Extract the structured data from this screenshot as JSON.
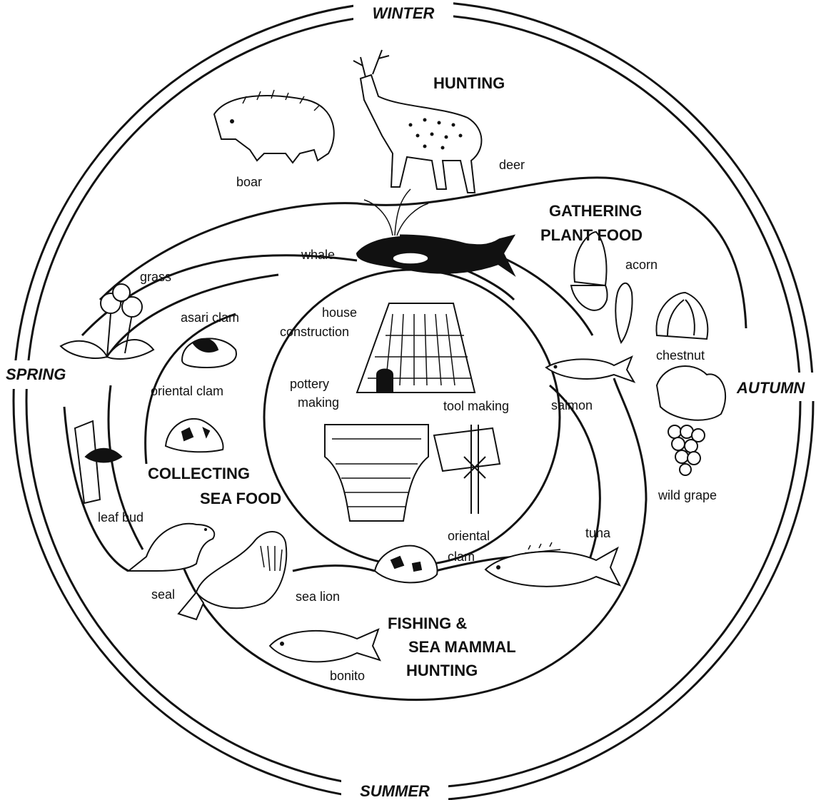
{
  "seasons": {
    "top": "WINTER",
    "right": "AUTUMN",
    "bottom": "SUMMER",
    "left": "SPRING"
  },
  "activities": {
    "hunting": "HUNTING",
    "gathering_line1": "GATHERING",
    "gathering_line2": "PLANT FOOD",
    "collecting_line1": "COLLECTING",
    "collecting_line2": "SEA FOOD",
    "fishing_line1": "FISHING &",
    "fishing_line2": "SEA MAMMAL",
    "fishing_line3": "HUNTING"
  },
  "center": {
    "house_line1": "house",
    "house_line2": "construction",
    "pottery_line1": "pottery",
    "pottery_line2": "making",
    "tool": "tool making"
  },
  "labels": {
    "boar": "boar",
    "deer": "deer",
    "whale": "whale",
    "grass": "grass",
    "acorn": "acorn",
    "asari_clam": "asari clam",
    "chestnut": "chestnut",
    "oriental_clam": "oriental clam",
    "salmon": "salmon",
    "leaf_bud": "leaf bud",
    "wild_grape": "wild grape",
    "oriental_clam2_line1": "oriental",
    "oriental_clam2_line2": "clam",
    "tuna": "tuna",
    "seal": "seal",
    "sea_lion": "sea lion",
    "bonito": "bonito"
  }
}
